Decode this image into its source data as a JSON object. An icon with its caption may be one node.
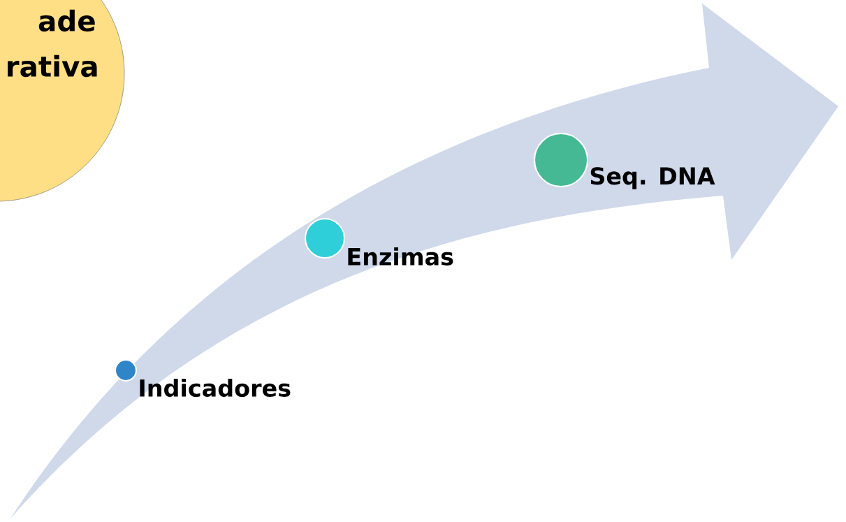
{
  "diagram": {
    "nodes": [
      {
        "text": [
          "ade rativa"
        ]
      },
      {
        "text": [
          "Indicadores"
        ]
      },
      {
        "text": [
          "Enzimas"
        ]
      },
      {
        "text": [
          "Seq. DNA"
        ]
      }
    ]
  }
}
